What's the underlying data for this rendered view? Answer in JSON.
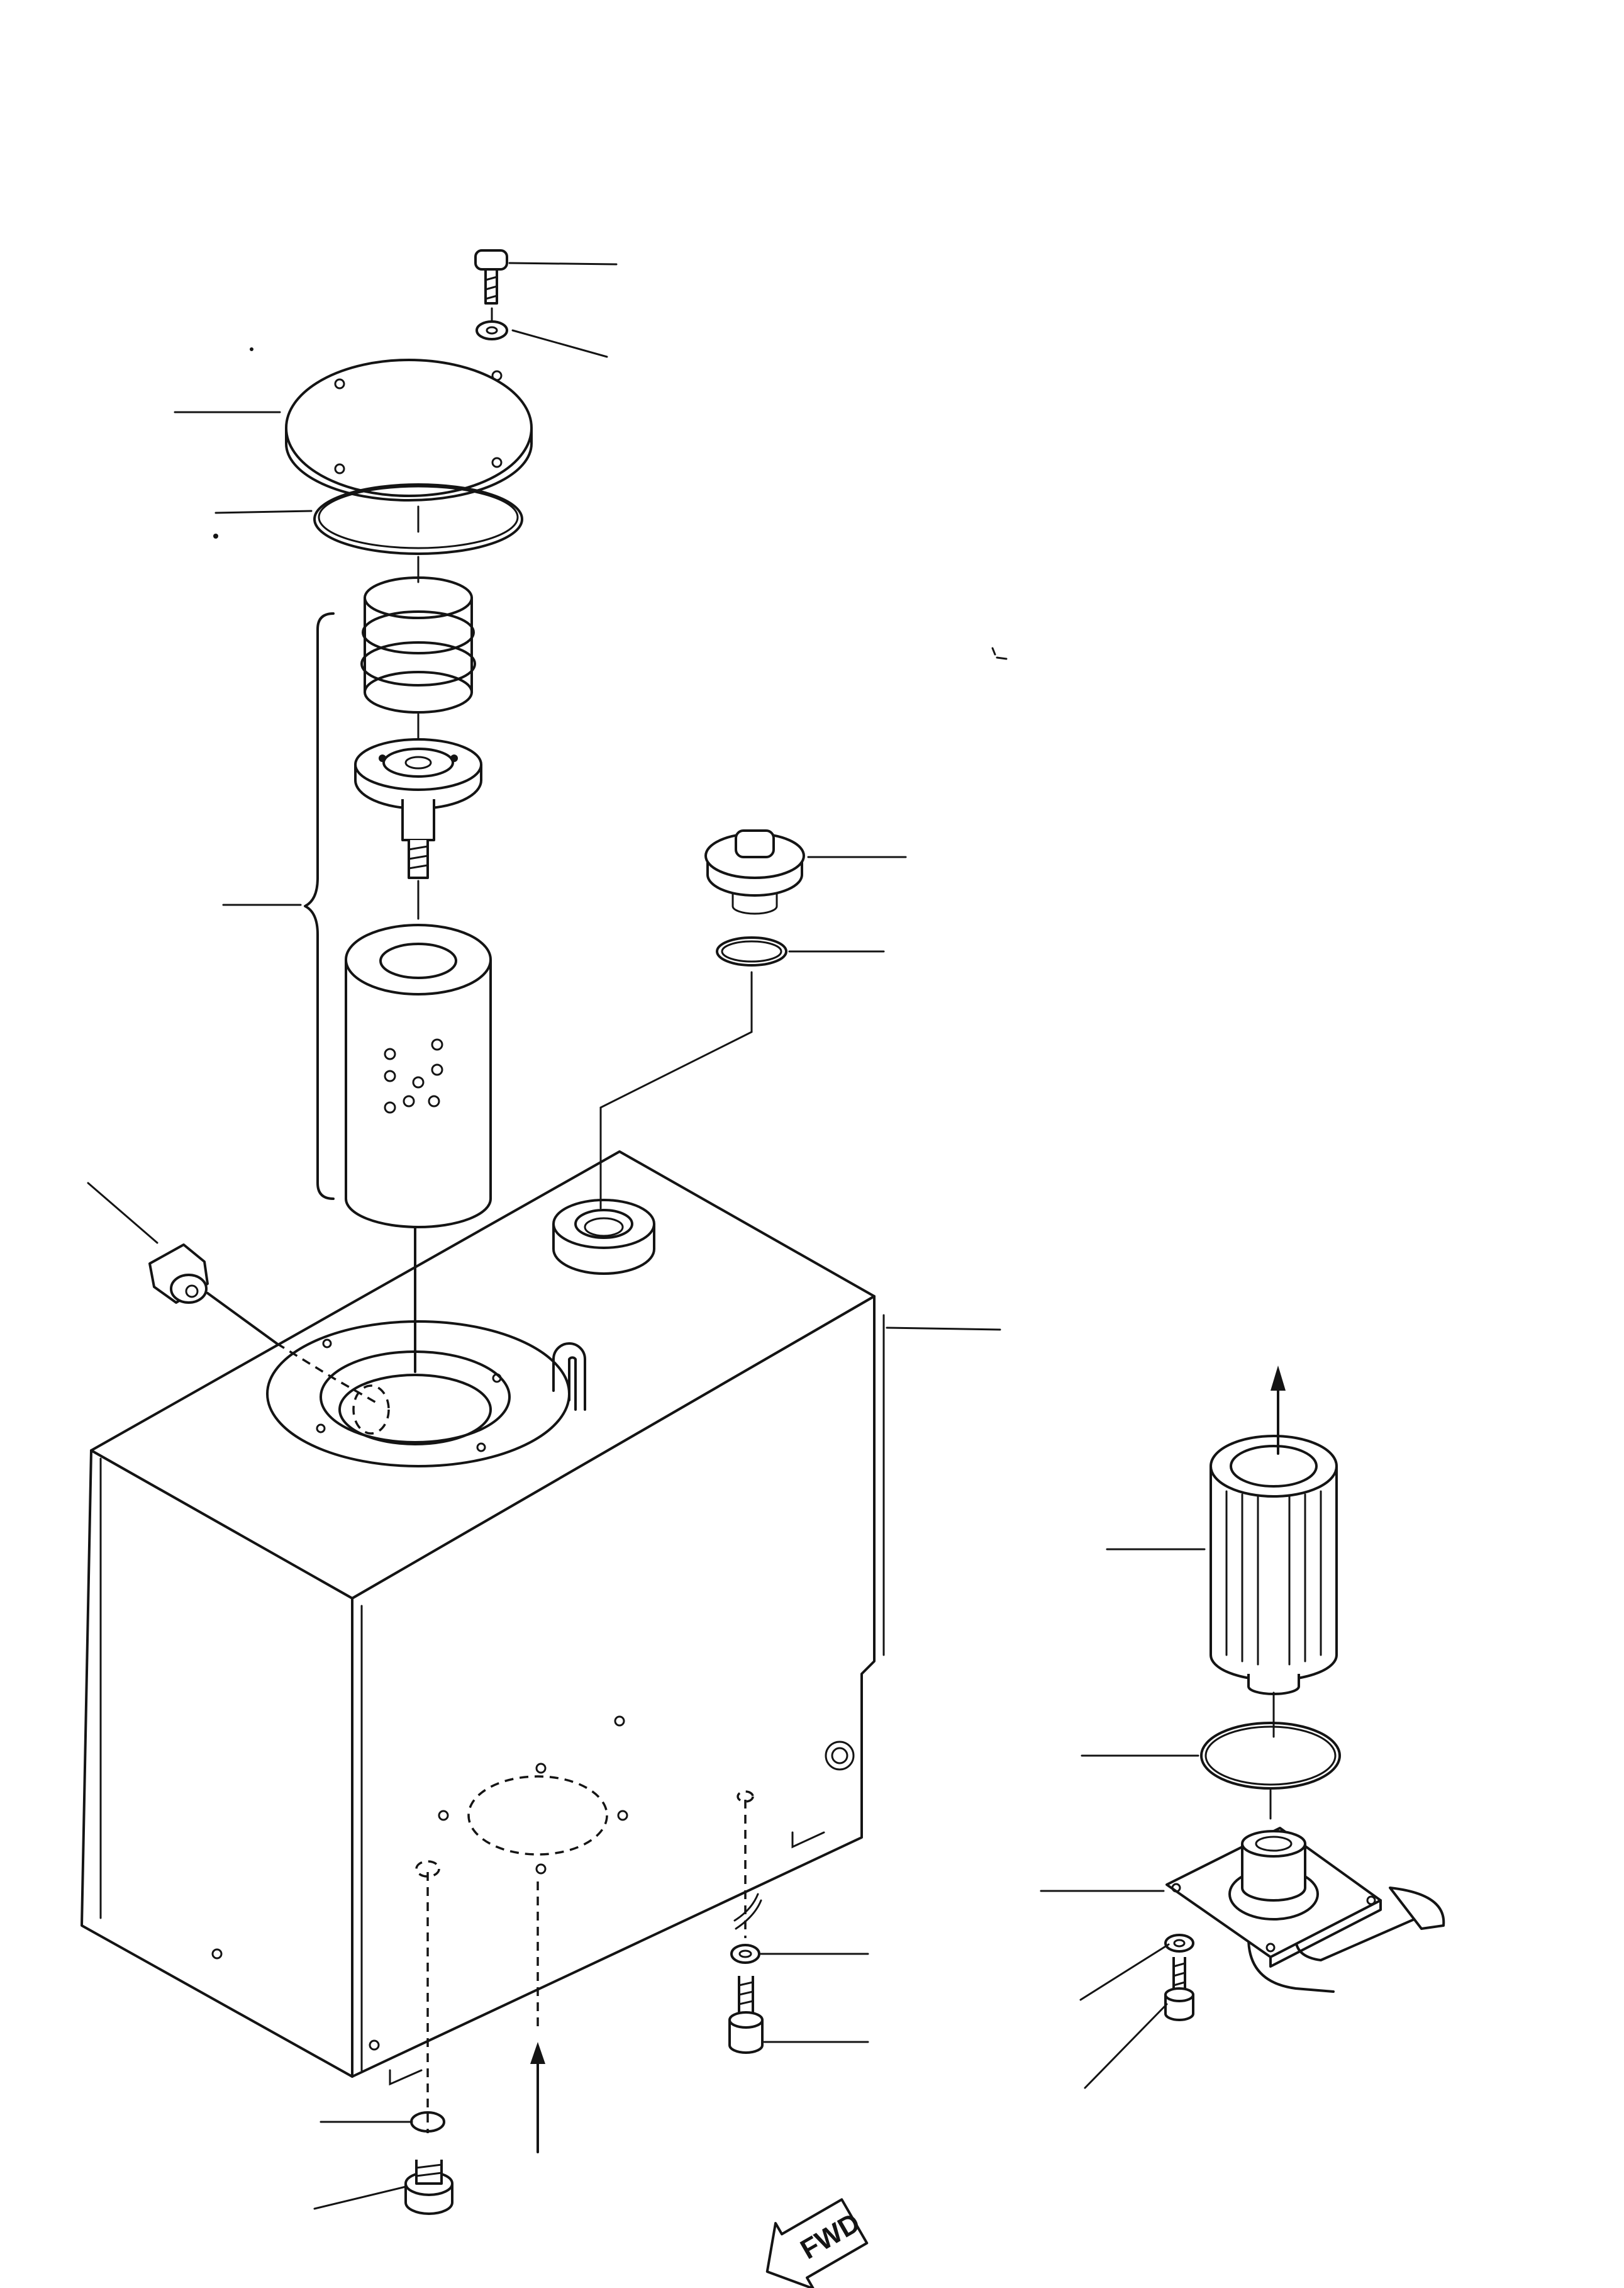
{
  "diagram": {
    "fwd_label": "FWD",
    "parts": [
      "bolt-top",
      "washer-top",
      "cover-plate",
      "cover-o-ring",
      "spring",
      "valve-assembly",
      "filter-element",
      "filter-assembly-bracket",
      "breather-cap",
      "breather-o-ring",
      "side-plug",
      "reservoir-tank",
      "strainer-element",
      "strainer-o-ring",
      "strainer-mount-flange",
      "mount-washer",
      "mount-bolt",
      "drain-o-ring",
      "drain-plug",
      "tank-washer",
      "tank-bolt"
    ]
  }
}
